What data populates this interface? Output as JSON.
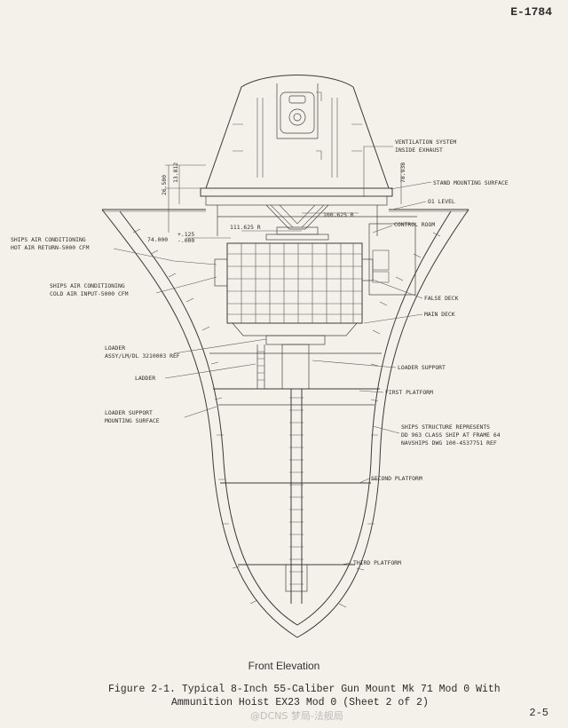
{
  "header": {
    "doc_id": "E-1784"
  },
  "drawing": {
    "title": "Front Elevation",
    "callouts": {
      "ventilation_1": "VENTILATION SYSTEM",
      "ventilation_2": "INSIDE EXHAUST",
      "stand_mounting": "STAND MOUNTING SURFACE",
      "o1_level": "O1 LEVEL",
      "control_room": "CONTROL ROOM",
      "false_deck": "FALSE DECK",
      "main_deck": "MAIN DECK",
      "loader_support": "LOADER SUPPORT",
      "first_platform": "FIRST PLATFORM",
      "ships_structure_1": "SHIPS STRUCTURE REPRESENTS",
      "ships_structure_2": "DD 963 CLASS SHIP AT FRAME 64",
      "ships_structure_3": "NAVSHIPS DWG 100-4537751 REF",
      "second_platform": "SECOND PLATFORM",
      "third_platform": "THIRD PLATFORM",
      "hot_air_1": "SHIPS AIR CONDITIONING",
      "hot_air_2": "HOT AIR RETURN-5000 CFM",
      "cold_air_1": "SHIPS AIR CONDITIONING",
      "cold_air_2": "COLD AIR INPUT-5000 CFM",
      "loader_assy_1": "LOADER",
      "loader_assy_2": "ASSY/LM/DL 3210003 REF",
      "ladder": "LADDER",
      "loader_mount_1": "LOADER SUPPORT",
      "loader_mount_2": "MOUNTING SURFACE"
    },
    "dimensions": {
      "d1": "26.500",
      "d2": "13.812",
      "d3": "78.938",
      "d4": "100.625 R",
      "d5": "111.625 R",
      "d6": "74.000",
      "d7": "+.125",
      "d8": "-.000"
    }
  },
  "caption": {
    "line1": "Figure 2-1.   Typical 8-Inch 55-Caliber Gun Mount Mk 71 Mod 0 With",
    "line2": "Ammunition Hoist EX23 Mod 0 (Sheet 2 of 2)"
  },
  "footer": {
    "page_number": "2-5",
    "watermark": "@DCNS 梦局-法舰局"
  }
}
